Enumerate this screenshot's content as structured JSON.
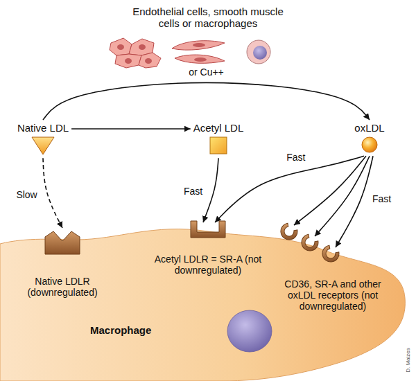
{
  "diagram": {
    "nodes": [
      {
        "text": [
          "Endothelial cells, smooth muscle cells or macrophages"
        ]
      },
      {
        "text": [
          "Native LDL"
        ]
      },
      {
        "text": [
          "Acetyl LDL"
        ]
      },
      {
        "text": [
          "oxLDL"
        ]
      },
      {
        "text": [
          "Macrophage"
        ]
      },
      {
        "text": [
          "Native LDLR (downregulated)"
        ],
        "in": 4
      },
      {
        "text": [
          "Acetyl LDLR = SR-A (not downregulated)"
        ],
        "in": 4
      },
      {
        "text": [
          "CD36, SR-A and other oxLDL receptors (not downregulated)"
        ],
        "in": 4
      }
    ],
    "edges": [
      {
        "from": 1,
        "to": 3,
        "arrow": "to",
        "label": "or Cu++"
      },
      {
        "from": 1,
        "to": 2,
        "arrow": "to"
      },
      {
        "from": 1,
        "to": 5,
        "arrow": "to",
        "label": "Slow"
      },
      {
        "from": 2,
        "to": 6,
        "arrow": "to",
        "label": "Fast"
      },
      {
        "from": 3,
        "to": 6,
        "arrow": "to",
        "label": "Fast"
      },
      {
        "from": 3,
        "to": 7,
        "arrow": "to",
        "label": "Fast"
      }
    ],
    "labels": [
      "D. Maizes"
    ]
  }
}
